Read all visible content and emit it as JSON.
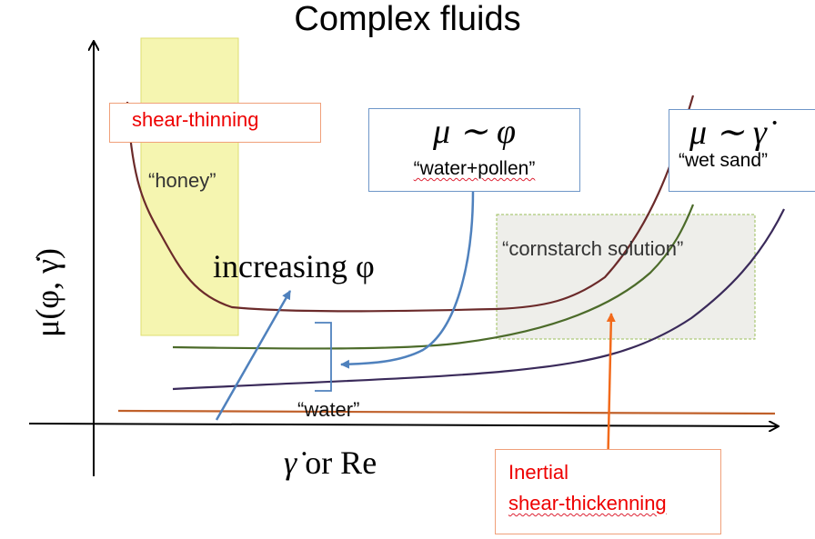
{
  "title": "Complex fluids",
  "axes": {
    "y_label": "μ(φ, γ̇)",
    "x_label_gamma": "γ̇",
    "x_label_rest": " or Re"
  },
  "regimes": {
    "shear_thinning": "shear-thinning",
    "inertial_line1": "Inertial",
    "inertial_line2": "shear-thickenning"
  },
  "fluids": {
    "honey": "“honey”",
    "water": "“water”",
    "water_pollen": "“water+pollen”",
    "cornstarch": "“cornstarch solution”",
    "wet_sand": "“wet sand”"
  },
  "laws": {
    "mu_phi": "μ ∼ φ",
    "mu_gammadot": "μ ∼ γ̇"
  },
  "annotation": {
    "increasing_phi": "increasing φ"
  },
  "colors": {
    "honey_curve": "#6b2a2a",
    "pollen_curve": "#4c6b2a",
    "cornstarch_curve": "#3a2a5a",
    "water_curve": "#c0602a",
    "arrow_blue": "#4f81bd",
    "arrow_orange": "#f26a1b",
    "regime_red": "#ee0000"
  }
}
